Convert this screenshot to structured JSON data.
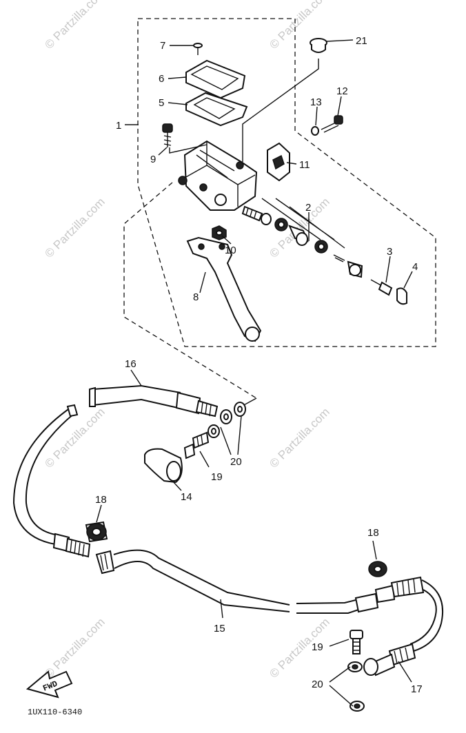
{
  "watermark_text": "© Partzilla.com",
  "diagram_code": "1UX110-6340",
  "fwd_label": "FWD",
  "callouts": {
    "c1": "1",
    "c2": "2",
    "c3": "3",
    "c4": "4",
    "c5": "5",
    "c6": "6",
    "c7": "7",
    "c8": "8",
    "c9": "9",
    "c10": "10",
    "c11": "11",
    "c12": "12",
    "c13": "13",
    "c14": "14",
    "c15": "15",
    "c16": "16",
    "c17": "17",
    "c18a": "18",
    "c18b": "18",
    "c19a": "19",
    "c19b": "19",
    "c20a": "20",
    "c20b": "20",
    "c21": "21"
  }
}
